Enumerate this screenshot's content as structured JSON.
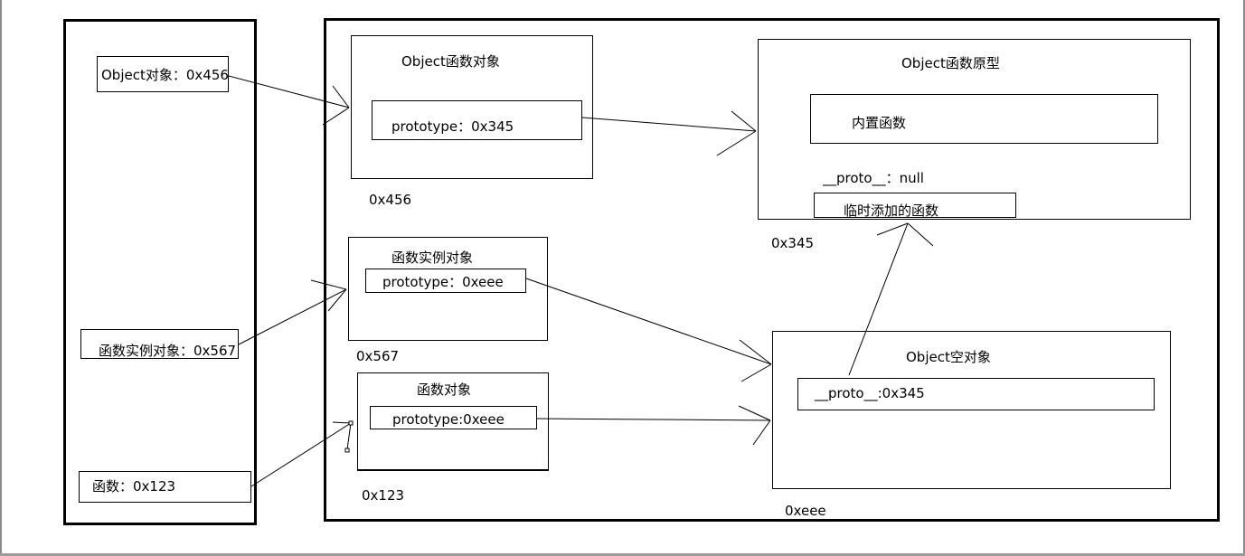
{
  "stack": {
    "object_var": "Object对象：0x456",
    "instance_var": "函数实例对象：0x567",
    "function_var": "函数：0x123"
  },
  "heap": {
    "object_function": {
      "title": "Object函数对象",
      "prototype": "prototype：0x345",
      "address": "0x456"
    },
    "object_prototype": {
      "title": "Object函数原型",
      "builtin": "内置函数",
      "proto": "__proto__：null",
      "added": "临时添加的函数",
      "address": "0x345"
    },
    "instance_object": {
      "title": "函数实例对象",
      "prototype": "prototype：0xeee",
      "address": "0x567"
    },
    "function_object": {
      "title": "函数对象",
      "prototype": "prototype:0xeee",
      "address": "0x123"
    },
    "empty_object": {
      "title": "Object空对象",
      "proto": "__proto__:0x345",
      "address": "0xeee"
    }
  }
}
